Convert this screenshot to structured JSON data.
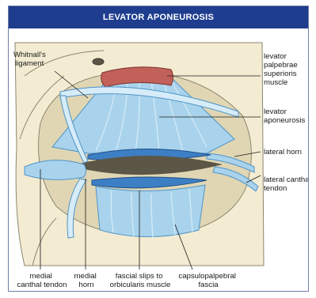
{
  "title": "LEVATOR APONEUROSIS",
  "labels": {
    "whitnalls_ligament": [
      "Whitnall's",
      "ligament"
    ],
    "levator_muscle": [
      "levator",
      "palpebrae",
      "superioris",
      "muscle"
    ],
    "levator_aponeurosis": [
      "levator",
      "aponeurosis"
    ],
    "lateral_horn": [
      "lateral horn"
    ],
    "lateral_canthal_tendon": [
      "lateral canthal",
      "tendon"
    ],
    "medial_canthal_tendon": [
      "medial",
      "canthal tendon"
    ],
    "medial_horn": [
      "medial",
      "horn"
    ],
    "fascial_slips": [
      "fascial slips to",
      "orbicularis muscle"
    ],
    "capsulopalpebral_fascia": [
      "capsulopalpebral",
      "fascia"
    ]
  },
  "colors": {
    "title_bg": "#1e3d8f",
    "title_text": "#ffffff",
    "bone": "#f3ecd2",
    "bone_outline": "#8c8670",
    "tendon_blue": "#a9d3ec",
    "tendon_light": "#d6ecf8",
    "tendon_line": "#4f93c7",
    "tarsal_blue": "#3d7fc4",
    "muscle_red": "#c2605a",
    "leader": "#1a1a1a"
  }
}
